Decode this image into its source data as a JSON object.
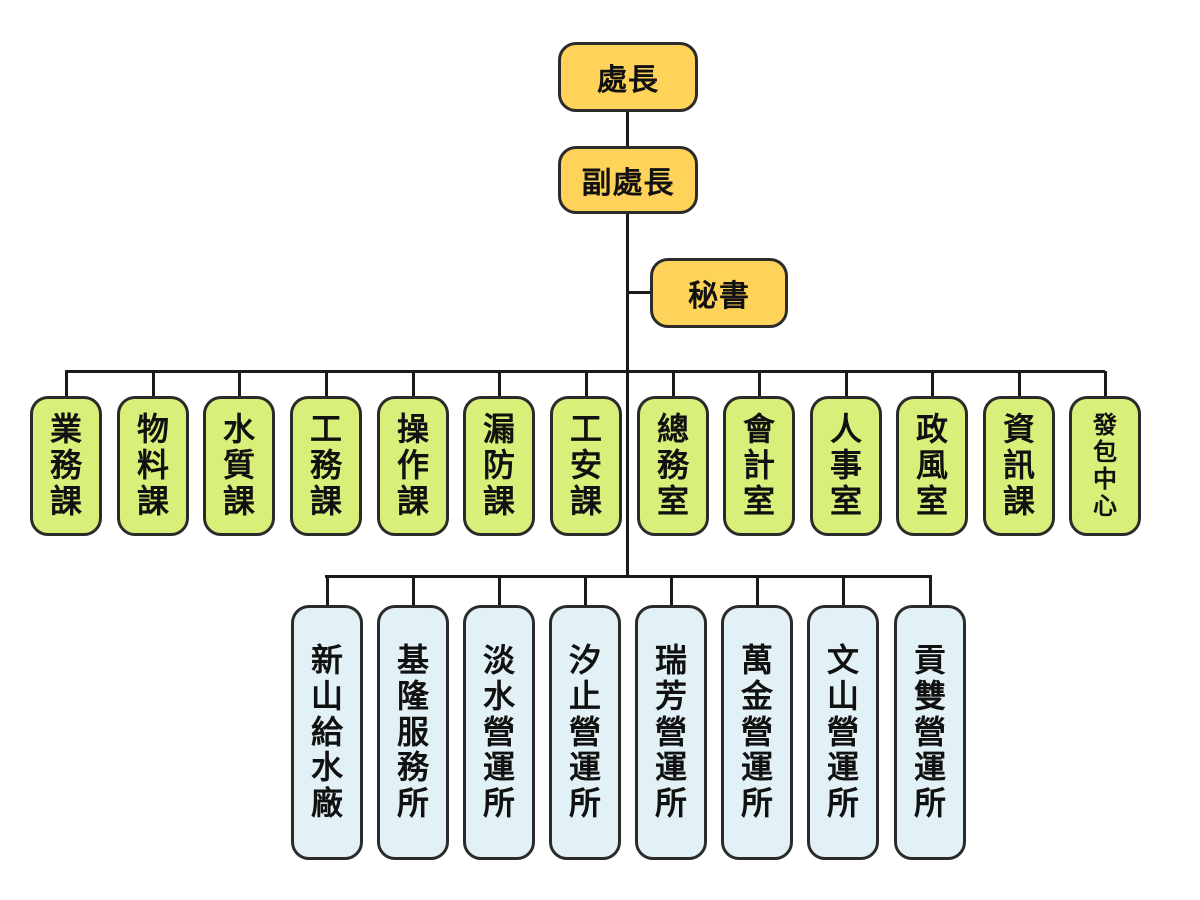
{
  "leadership": {
    "director": "處長",
    "deputy": "副處長",
    "secretary": "秘書"
  },
  "departments": [
    "業務課",
    "物料課",
    "水質課",
    "工務課",
    "操作課",
    "漏防課",
    "工安課",
    "總務室",
    "會計室",
    "人事室",
    "政風室",
    "資訊課",
    "發包中心"
  ],
  "stations": [
    "新山給水廠",
    "基隆服務所",
    "淡水營運所",
    "汐止營運所",
    "瑞芳營運所",
    "萬金營運所",
    "文山營運所",
    "貢雙營運所"
  ],
  "colors": {
    "leadership_fill": "#ffd25a",
    "department_fill": "#d8f07a",
    "station_fill": "#e2f1f6",
    "border": "#2b2b2b",
    "connector": "#1a1a1a"
  }
}
